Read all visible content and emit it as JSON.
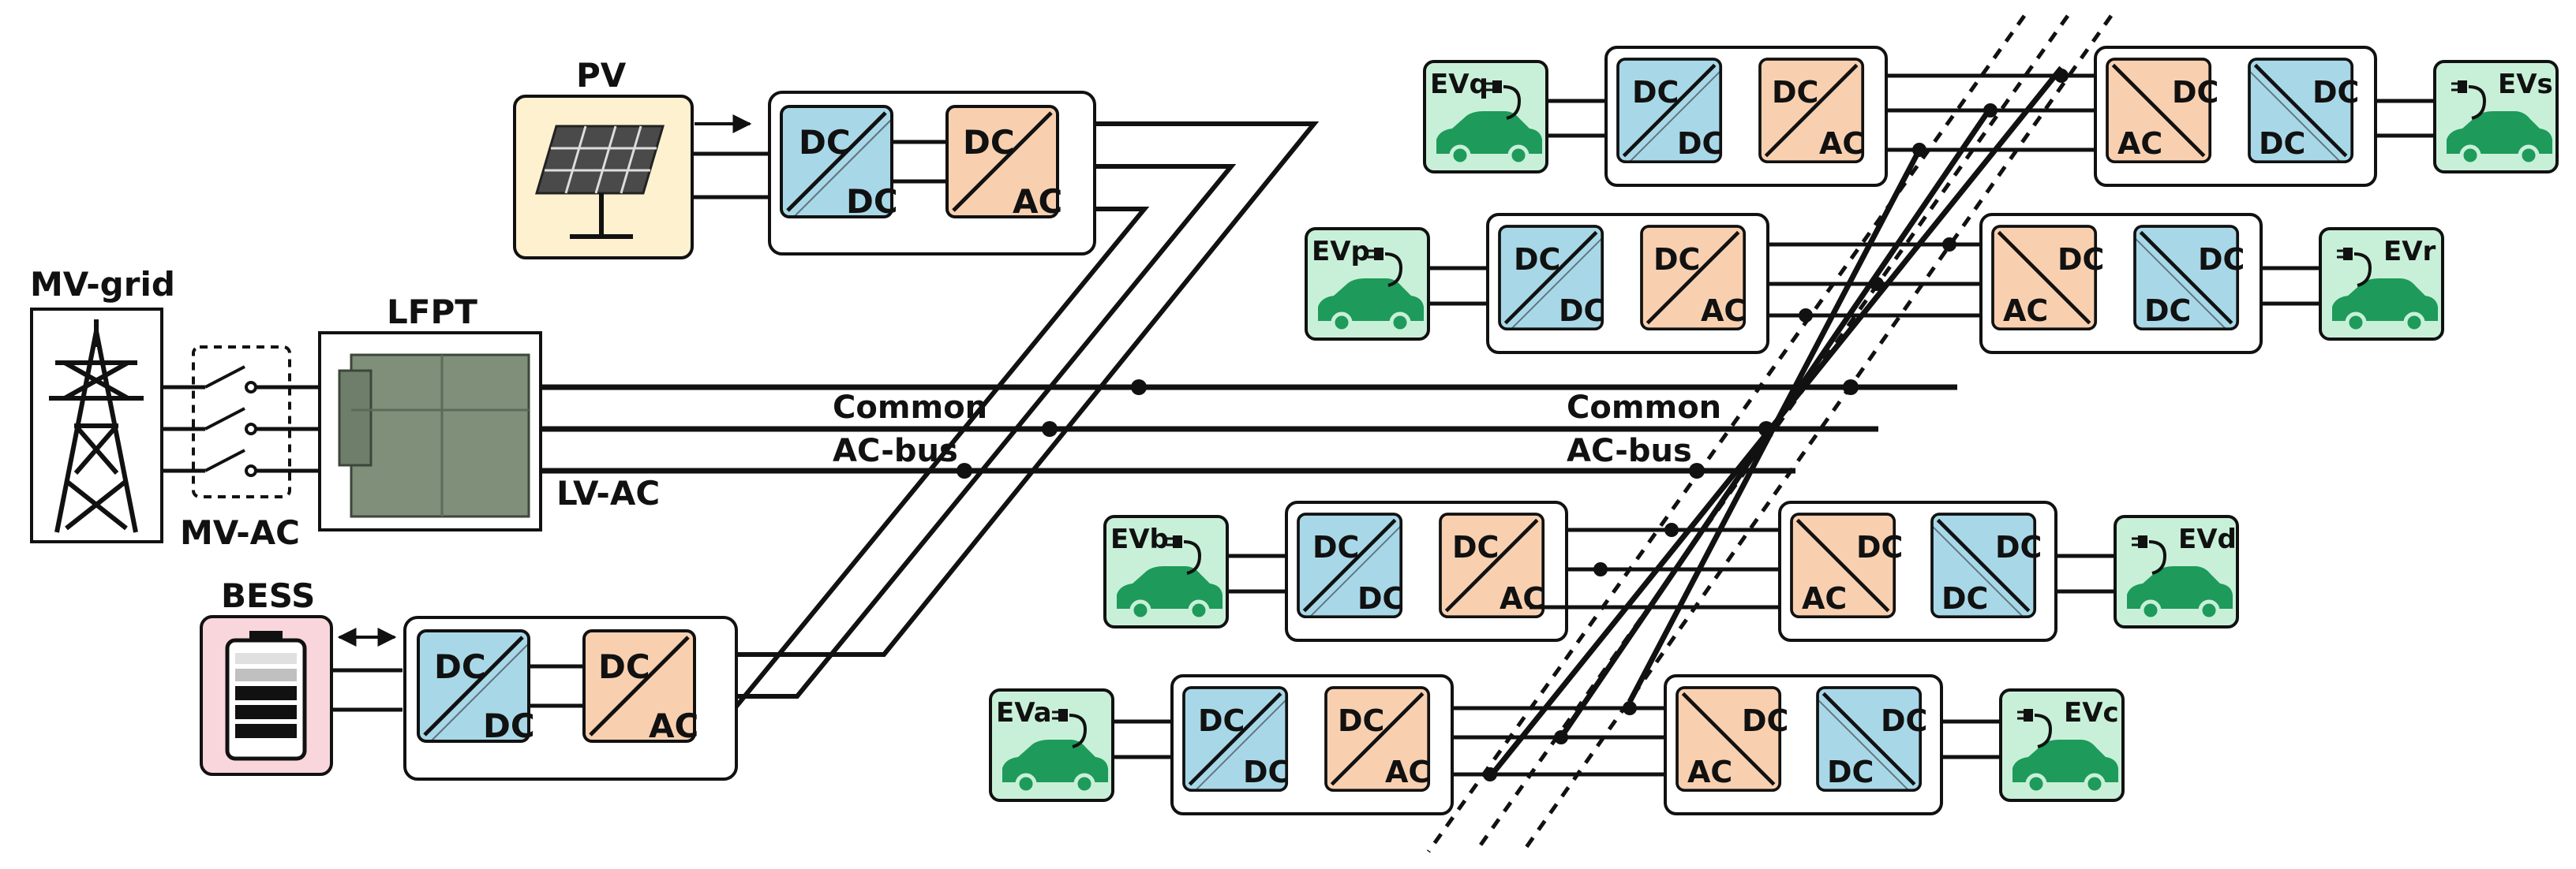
{
  "sources": {
    "mv_grid": "MV-grid",
    "mv_ac": "MV-AC",
    "lfpt": "LFPT",
    "lv_ac": "LV-AC",
    "pv": "PV",
    "bess": "BESS"
  },
  "bus_labels": {
    "common_1": "Common",
    "acbus_1": "AC-bus",
    "common_2": "Common",
    "acbus_2": "AC-bus"
  },
  "converters": {
    "dc": "DC",
    "ac": "AC"
  },
  "ev_labels": {
    "evq": "EVq",
    "evs": "EVs",
    "evp": "EVp",
    "evr": "EVr",
    "evb": "EVb",
    "evd": "EVd",
    "eva": "EVa",
    "evc": "EVc"
  },
  "colors": {
    "dcdc_fill": "#a8d8e8",
    "dcac_fill": "#f8d0b0",
    "ev_fill": "#c8f0d8",
    "ev_car": "#1e9a5a",
    "pv_fill": "#fdf1cf",
    "bess_fill": "#f8d6dc",
    "transformer": "#7f8f7a",
    "line": "#111111"
  },
  "icons": {
    "mv_grid": "transmission-tower-icon",
    "pv": "solar-panel-icon",
    "lfpt": "transformer-icon",
    "bess": "battery-icon",
    "ev": "electric-car-icon",
    "breaker": "switch-icon"
  }
}
